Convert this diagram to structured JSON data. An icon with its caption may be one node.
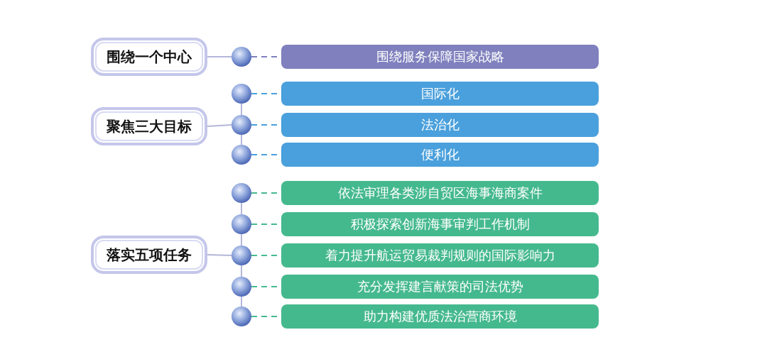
{
  "diagram": {
    "nodes": [
      {
        "text": [
          "围绕一个中心"
        ]
      },
      {
        "text": [
          "聚焦三大目标"
        ]
      },
      {
        "text": [
          "落实五项任务"
        ]
      },
      {
        "text": [],
        "shape": "circle"
      },
      {
        "text": [],
        "shape": "circle"
      },
      {
        "text": [],
        "shape": "circle"
      },
      {
        "text": [],
        "shape": "circle"
      },
      {
        "text": [],
        "shape": "circle"
      },
      {
        "text": [],
        "shape": "circle"
      },
      {
        "text": [],
        "shape": "circle"
      },
      {
        "text": [],
        "shape": "circle"
      },
      {
        "text": [],
        "shape": "circle"
      },
      {
        "text": [
          "围绕服务保障国家战略"
        ]
      },
      {
        "text": [
          "国际化"
        ]
      },
      {
        "text": [
          "法治化"
        ]
      },
      {
        "text": [
          "便利化"
        ]
      },
      {
        "text": [
          "依法审理各类涉自贸区海事海商案件"
        ]
      },
      {
        "text": [
          "积极探索创新海事审判工作机制"
        ]
      },
      {
        "text": [
          "着力提升航运贸易裁判规则的国际影响力"
        ]
      },
      {
        "text": [
          "充分发挥建言献策的司法优势"
        ]
      },
      {
        "text": [
          "助力构建优质法治营商环境"
        ]
      }
    ],
    "edges": [
      {
        "from": 0,
        "to": 3,
        "arrow": "none"
      },
      {
        "from": 1,
        "to": 5,
        "arrow": "none"
      },
      {
        "from": 2,
        "to": 9,
        "arrow": "none"
      },
      {
        "from": 4,
        "to": 5,
        "arrow": "none"
      },
      {
        "from": 5,
        "to": 6,
        "arrow": "none"
      },
      {
        "from": 7,
        "to": 8,
        "arrow": "none"
      },
      {
        "from": 8,
        "to": 9,
        "arrow": "none"
      },
      {
        "from": 9,
        "to": 10,
        "arrow": "none"
      },
      {
        "from": 10,
        "to": 11,
        "arrow": "none"
      },
      {
        "from": 3,
        "to": 12,
        "arrow": "none",
        "style": "dashed",
        "color": "#7f80bd"
      },
      {
        "from": 4,
        "to": 13,
        "arrow": "none",
        "style": "dashed",
        "color": "#4aa0dc"
      },
      {
        "from": 5,
        "to": 14,
        "arrow": "none",
        "style": "dashed",
        "color": "#4aa0dc"
      },
      {
        "from": 6,
        "to": 15,
        "arrow": "none",
        "style": "dashed",
        "color": "#4aa0dc"
      },
      {
        "from": 7,
        "to": 16,
        "arrow": "none",
        "style": "dashed",
        "color": "#45b98e"
      },
      {
        "from": 8,
        "to": 17,
        "arrow": "none",
        "style": "dashed",
        "color": "#45b98e"
      },
      {
        "from": 9,
        "to": 18,
        "arrow": "none",
        "style": "dashed",
        "color": "#45b98e"
      },
      {
        "from": 10,
        "to": 19,
        "arrow": "none",
        "style": "dashed",
        "color": "#45b98e"
      },
      {
        "from": 11,
        "to": 20,
        "arrow": "none",
        "style": "dashed",
        "color": "#45b98e"
      }
    ]
  }
}
